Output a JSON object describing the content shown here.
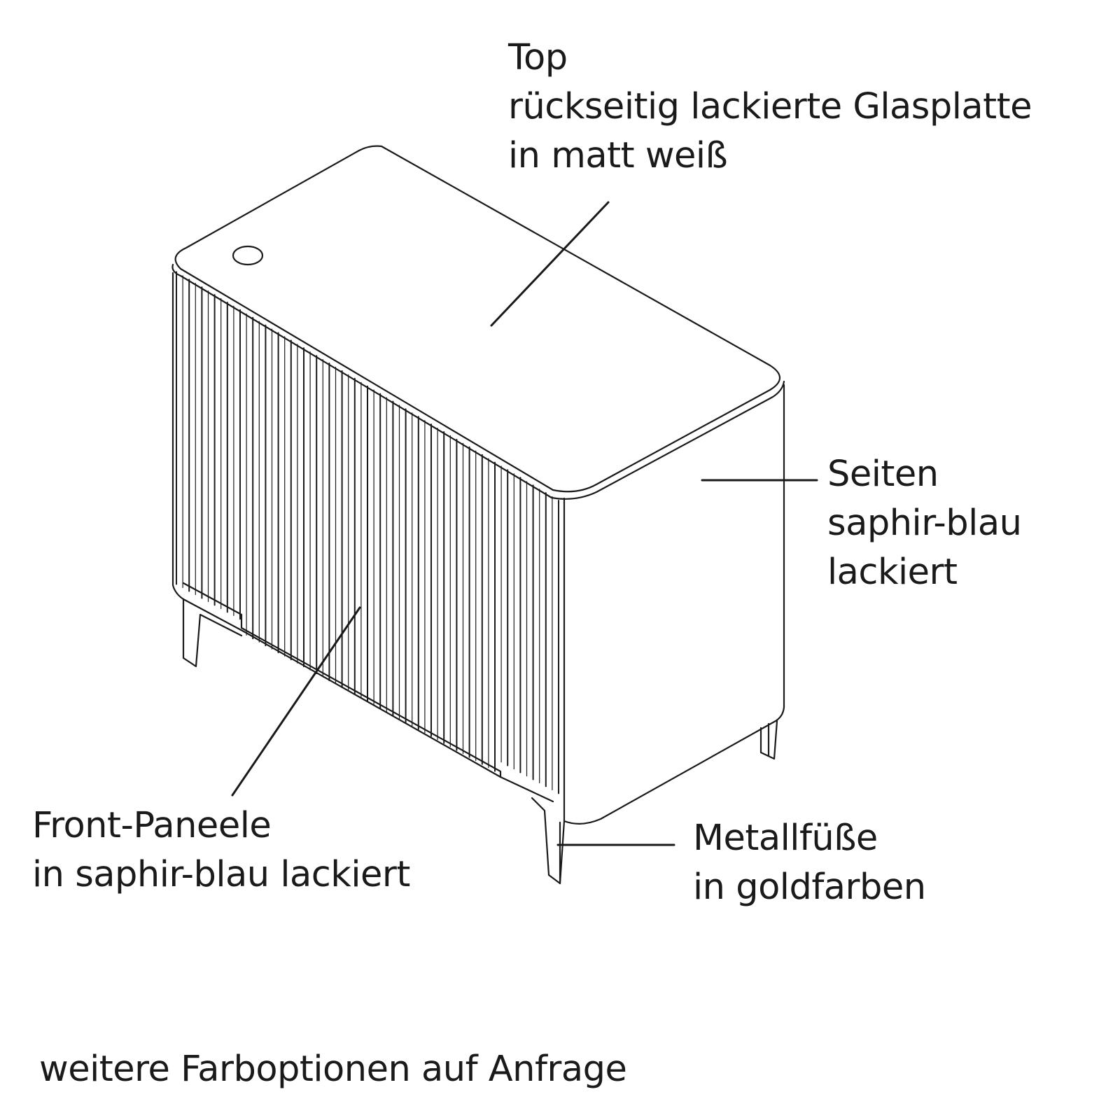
{
  "diagram": {
    "line_color": "#1a1a1a",
    "background": "#ffffff"
  },
  "labels": {
    "top": {
      "title": "Top",
      "line1": "rückseitig lackierte Glasplatte",
      "line2": "in matt weiß"
    },
    "sides": {
      "title": "Seiten",
      "line1": "saphir-blau",
      "line2": "lackiert"
    },
    "front": {
      "title": "Front-Paneele",
      "line1": "in saphir-blau lackiert"
    },
    "feet": {
      "title": "Metallfüße",
      "line1": "in goldfarben"
    }
  },
  "footnote": "weitere Farboptionen auf Anfrage"
}
